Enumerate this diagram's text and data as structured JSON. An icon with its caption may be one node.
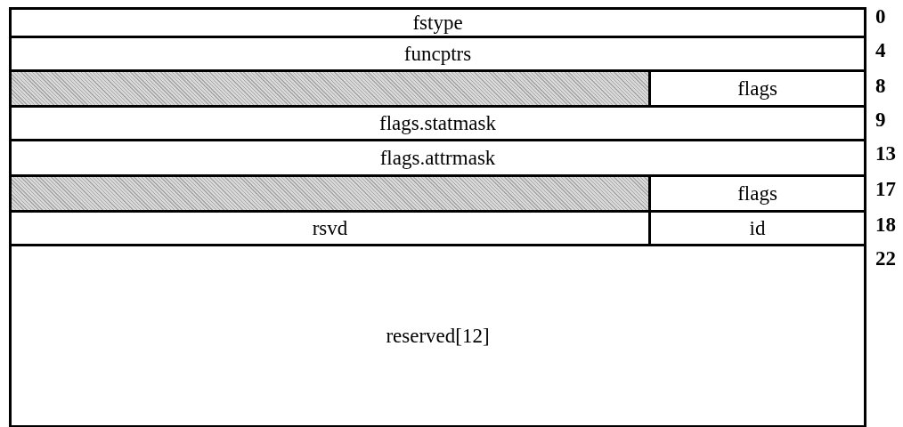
{
  "diagram": {
    "nodes": [
      {
        "text": [
          "fstype"
        ]
      },
      {
        "text": [
          "funcptrs"
        ]
      },
      {
        "text": [],
        "shape": "box"
      },
      {
        "text": [
          "flags"
        ]
      },
      {
        "text": [
          "flags.statmask"
        ]
      },
      {
        "text": [
          "flags.attrmask"
        ]
      },
      {
        "text": [],
        "shape": "box"
      },
      {
        "text": [
          "flags"
        ]
      },
      {
        "text": [
          "rsvd"
        ]
      },
      {
        "text": [
          "id"
        ]
      },
      {
        "text": [
          "reserved[12]"
        ]
      }
    ],
    "labels": [
      "0",
      "4",
      "8",
      "9",
      "13",
      "17",
      "18",
      "22"
    ]
  }
}
